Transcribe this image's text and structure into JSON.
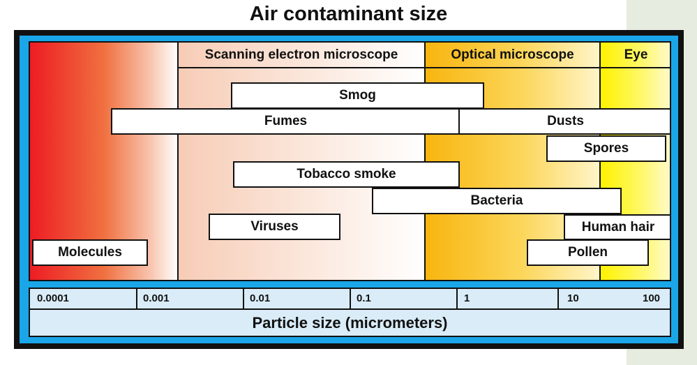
{
  "title": "Air contaminant size",
  "regions": {
    "sem": "Scanning electron microscope",
    "optical": "Optical microscope",
    "eye": "Eye"
  },
  "contaminants": {
    "smog": "Smog",
    "fumes": "Fumes",
    "dusts": "Dusts",
    "spores": "Spores",
    "tobacco": "Tobacco smoke",
    "bacteria": "Bacteria",
    "viruses": "Viruses",
    "human_hair": "Human hair",
    "molecules": "Molecules",
    "pollen": "Pollen"
  },
  "scale": {
    "ticks": [
      "0.0001",
      "0.001",
      "0.01",
      "0.1",
      "1",
      "10",
      "100"
    ],
    "label": "Particle size (micrometers)"
  },
  "colors": {
    "frame": "#111111",
    "border": "#1aa6e8",
    "molecules_red": "#ed1c24",
    "optical_orange": "#f8b50f",
    "eye_yellow": "#fff200",
    "scale_bg": "#d9ecf8"
  }
}
